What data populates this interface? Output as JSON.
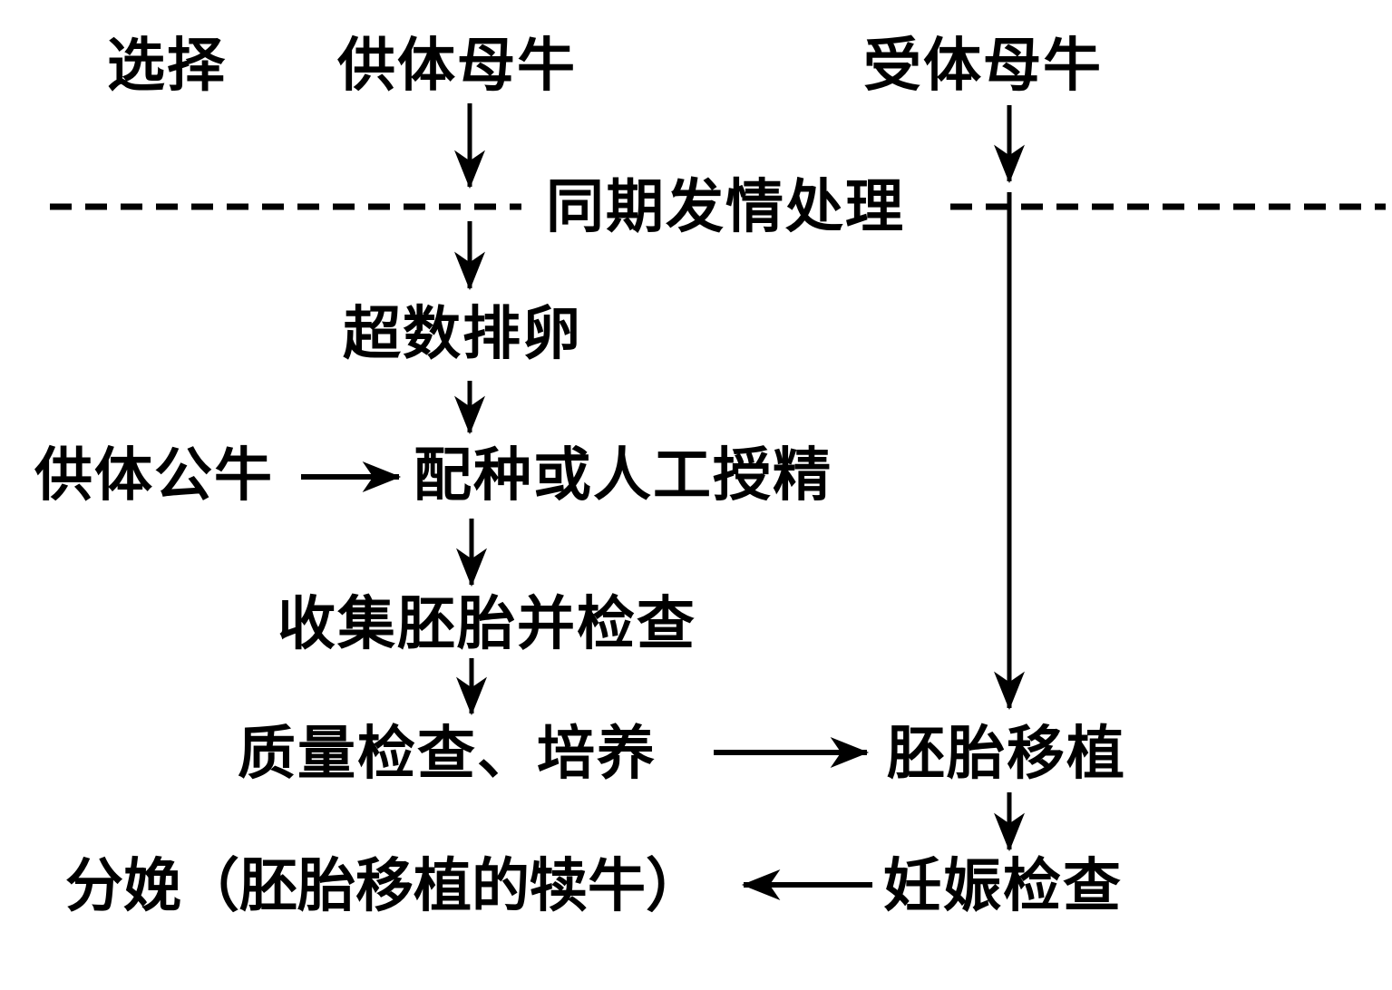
{
  "diagram": {
    "kind": "flowchart",
    "language": "zh-CN",
    "topic": "牛胚胎移植流程",
    "nodes": {
      "select_label": "选择",
      "donor_cow": "供体母牛",
      "recipient_cow": "受体母牛",
      "estrus_sync": "同期发情处理",
      "superovulation": "超数排卵",
      "donor_bull": "供体公牛",
      "insemination": "配种或人工授精",
      "collect_embryo": "收集胚胎并检查",
      "quality_culture": "质量检查、培养",
      "embryo_transfer": "胚胎移植",
      "pregnancy_check": "妊娠检查",
      "delivery": "分娩（胚胎移植的犊牛）"
    },
    "edges": [
      {
        "from": "donor_cow",
        "to": "estrus_sync_line",
        "style": "solid-arrow"
      },
      {
        "from": "recipient_cow",
        "to": "estrus_sync_line",
        "style": "solid-arrow"
      },
      {
        "from": "estrus_sync_line",
        "to": "superovulation",
        "style": "solid-arrow"
      },
      {
        "from": "superovulation",
        "to": "insemination",
        "style": "solid-arrow"
      },
      {
        "from": "donor_bull",
        "to": "insemination",
        "style": "solid-arrow"
      },
      {
        "from": "insemination",
        "to": "collect_embryo",
        "style": "solid-arrow"
      },
      {
        "from": "collect_embryo",
        "to": "quality_culture",
        "style": "solid-arrow"
      },
      {
        "from": "quality_culture",
        "to": "embryo_transfer",
        "style": "solid-arrow"
      },
      {
        "from": "estrus_sync_line",
        "to": "embryo_transfer",
        "style": "solid-arrow-long"
      },
      {
        "from": "embryo_transfer",
        "to": "pregnancy_check",
        "style": "solid-arrow"
      },
      {
        "from": "pregnancy_check",
        "to": "delivery",
        "style": "solid-arrow"
      }
    ],
    "divider": {
      "style": "dashed-horizontal",
      "label": "同期发情处理"
    }
  },
  "colors": {
    "ink": "#000000",
    "background": "#ffffff"
  }
}
